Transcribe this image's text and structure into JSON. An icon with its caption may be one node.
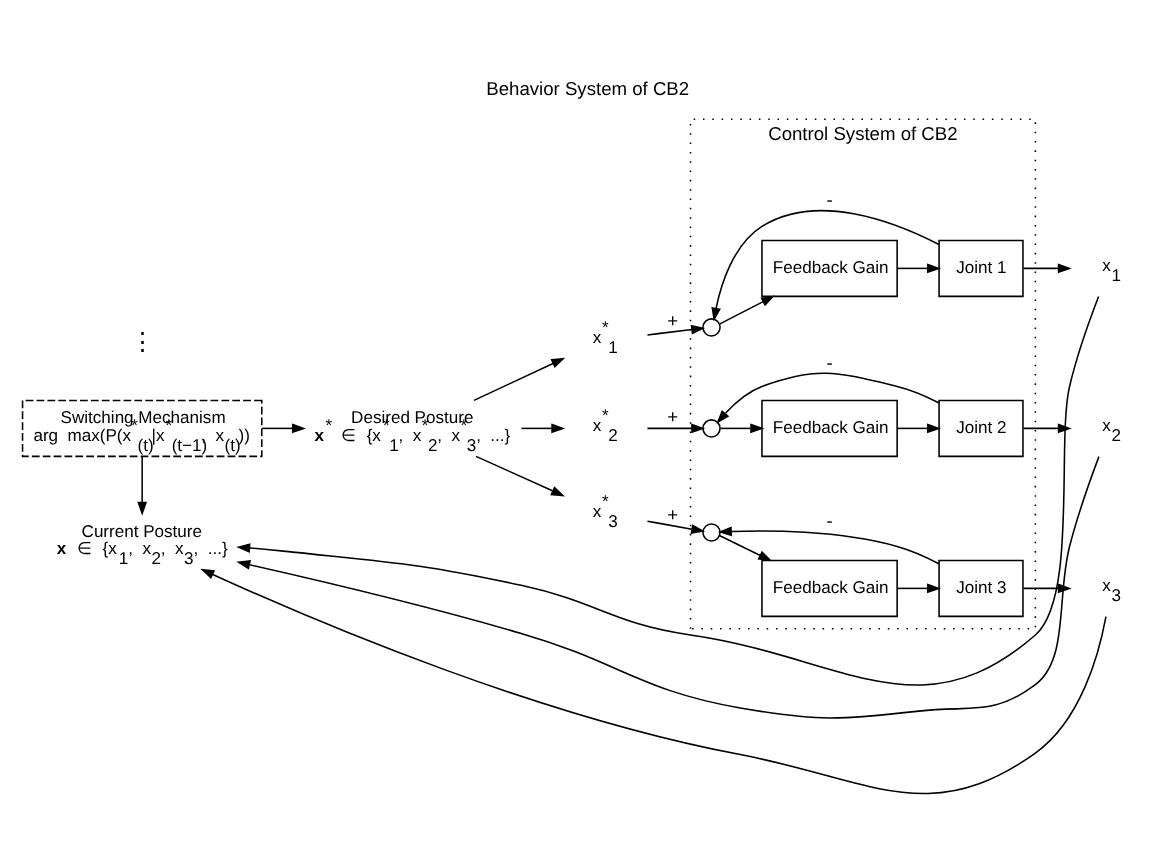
{
  "diagram": {
    "title": "Behavior System of CB2",
    "nodes": [
      {
        "text": [
          "Switching Mechanism",
          "arg max(P(x$^{*}$$_{(t)}$|x$^{*}$$_{(t−1)}$, x$_{(t)}$))"
        ]
      },
      {
        "text": [
          "Desired Posture",
          "**x**$^{*}$ ∈ {x$^{*}$$_{1}$, x$^{*}$$_{2}$, x$^{*}$$_{3}$, ...}"
        ]
      },
      {
        "text": [
          "Current Posture",
          "**x** ∈ {x$_{1}$, x$_{2}$, x$_{3}$, ...}"
        ]
      },
      {
        "text": [
          "Control System of CB2"
        ]
      },
      {
        "text": [
          "x$^{*}$$_{1}$"
        ]
      },
      {
        "text": [],
        "shape": "circle",
        "in": 3
      },
      {
        "text": [
          "Feedback Gain"
        ],
        "in": 3
      },
      {
        "text": [
          "Joint 1"
        ],
        "in": 3
      },
      {
        "text": [
          "x$_{1}$"
        ]
      },
      {
        "text": [
          "x$^{*}$$_{2}$"
        ]
      },
      {
        "text": [],
        "shape": "circle",
        "in": 3
      },
      {
        "text": [
          "Feedback Gain"
        ],
        "in": 3
      },
      {
        "text": [
          "Joint 2"
        ],
        "in": 3
      },
      {
        "text": [
          "x$_{2}$"
        ]
      },
      {
        "text": [
          "x$^{*}$$_{3}$"
        ]
      },
      {
        "text": [],
        "shape": "circle",
        "in": 3
      },
      {
        "text": [
          "Feedback Gain"
        ],
        "in": 3
      },
      {
        "text": [
          "Joint 3"
        ],
        "in": 3
      },
      {
        "text": [
          "x$_{3}$"
        ]
      }
    ],
    "edges": [
      {
        "from": 0,
        "to": 1,
        "arrow": "to"
      },
      {
        "from": 0,
        "to": 2,
        "arrow": "to"
      },
      {
        "from": 1,
        "to": 4,
        "arrow": "to"
      },
      {
        "from": 4,
        "to": 5,
        "arrow": "to",
        "label": "+"
      },
      {
        "from": 5,
        "to": 6,
        "arrow": "to"
      },
      {
        "from": 6,
        "to": 7,
        "arrow": "to"
      },
      {
        "from": 7,
        "to": 5,
        "arrow": "to",
        "label": "-"
      },
      {
        "from": 7,
        "to": 8,
        "arrow": "to"
      },
      {
        "from": 8,
        "to": 2,
        "arrow": "to"
      },
      {
        "from": 1,
        "to": 9,
        "arrow": "to"
      },
      {
        "from": 9,
        "to": 10,
        "arrow": "to",
        "label": "+"
      },
      {
        "from": 10,
        "to": 11,
        "arrow": "to"
      },
      {
        "from": 11,
        "to": 12,
        "arrow": "to"
      },
      {
        "from": 12,
        "to": 10,
        "arrow": "to",
        "label": "-"
      },
      {
        "from": 12,
        "to": 13,
        "arrow": "to"
      },
      {
        "from": 13,
        "to": 2,
        "arrow": "to"
      },
      {
        "from": 1,
        "to": 14,
        "arrow": "to"
      },
      {
        "from": 14,
        "to": 15,
        "arrow": "to",
        "label": "+"
      },
      {
        "from": 15,
        "to": 16,
        "arrow": "to"
      },
      {
        "from": 16,
        "to": 17,
        "arrow": "to"
      },
      {
        "from": 17,
        "to": 15,
        "arrow": "to",
        "label": "-"
      },
      {
        "from": 17,
        "to": 18,
        "arrow": "to"
      },
      {
        "from": 18,
        "to": 2,
        "arrow": "to"
      }
    ],
    "labels": [
      "⋮"
    ]
  }
}
